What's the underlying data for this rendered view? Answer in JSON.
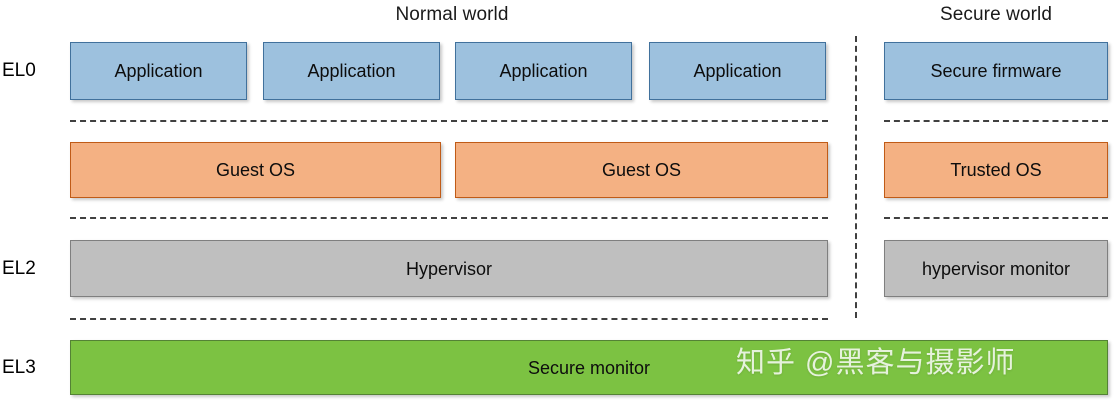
{
  "diagram": {
    "worlds": [
      {
        "label": "Normal world"
      },
      {
        "label": "Secure world"
      }
    ],
    "exception_levels": [
      {
        "label": "EL0"
      },
      {
        "label": "EL2"
      },
      {
        "label": "EL3"
      }
    ],
    "rows": {
      "el0": {
        "normal_blocks": [
          {
            "label": "Application"
          },
          {
            "label": "Application"
          },
          {
            "label": "Application"
          },
          {
            "label": "Application"
          }
        ],
        "secure_blocks": [
          {
            "label": "Secure firmware"
          }
        ]
      },
      "el1": {
        "normal_blocks": [
          {
            "label": "Guest OS"
          },
          {
            "label": "Guest OS"
          }
        ],
        "secure_blocks": [
          {
            "label": "Trusted OS"
          }
        ]
      },
      "el2": {
        "normal_blocks": [
          {
            "label": "Hypervisor"
          }
        ],
        "secure_blocks": [
          {
            "label": "hypervisor monitor"
          }
        ]
      },
      "el3": {
        "blocks": [
          {
            "label": "Secure monitor"
          }
        ]
      }
    },
    "watermark": "知乎 @黑客与摄影师",
    "colors": {
      "application_fill": "#9dc1de",
      "application_border": "#41719c",
      "os_fill": "#f4b183",
      "os_border": "#c05b17",
      "hypervisor_fill": "#bfbfbf",
      "hypervisor_border": "#7f7f7f",
      "monitor_fill": "#7cc242",
      "monitor_border": "#548235",
      "separator": "#404040",
      "background": "#ffffff"
    }
  }
}
